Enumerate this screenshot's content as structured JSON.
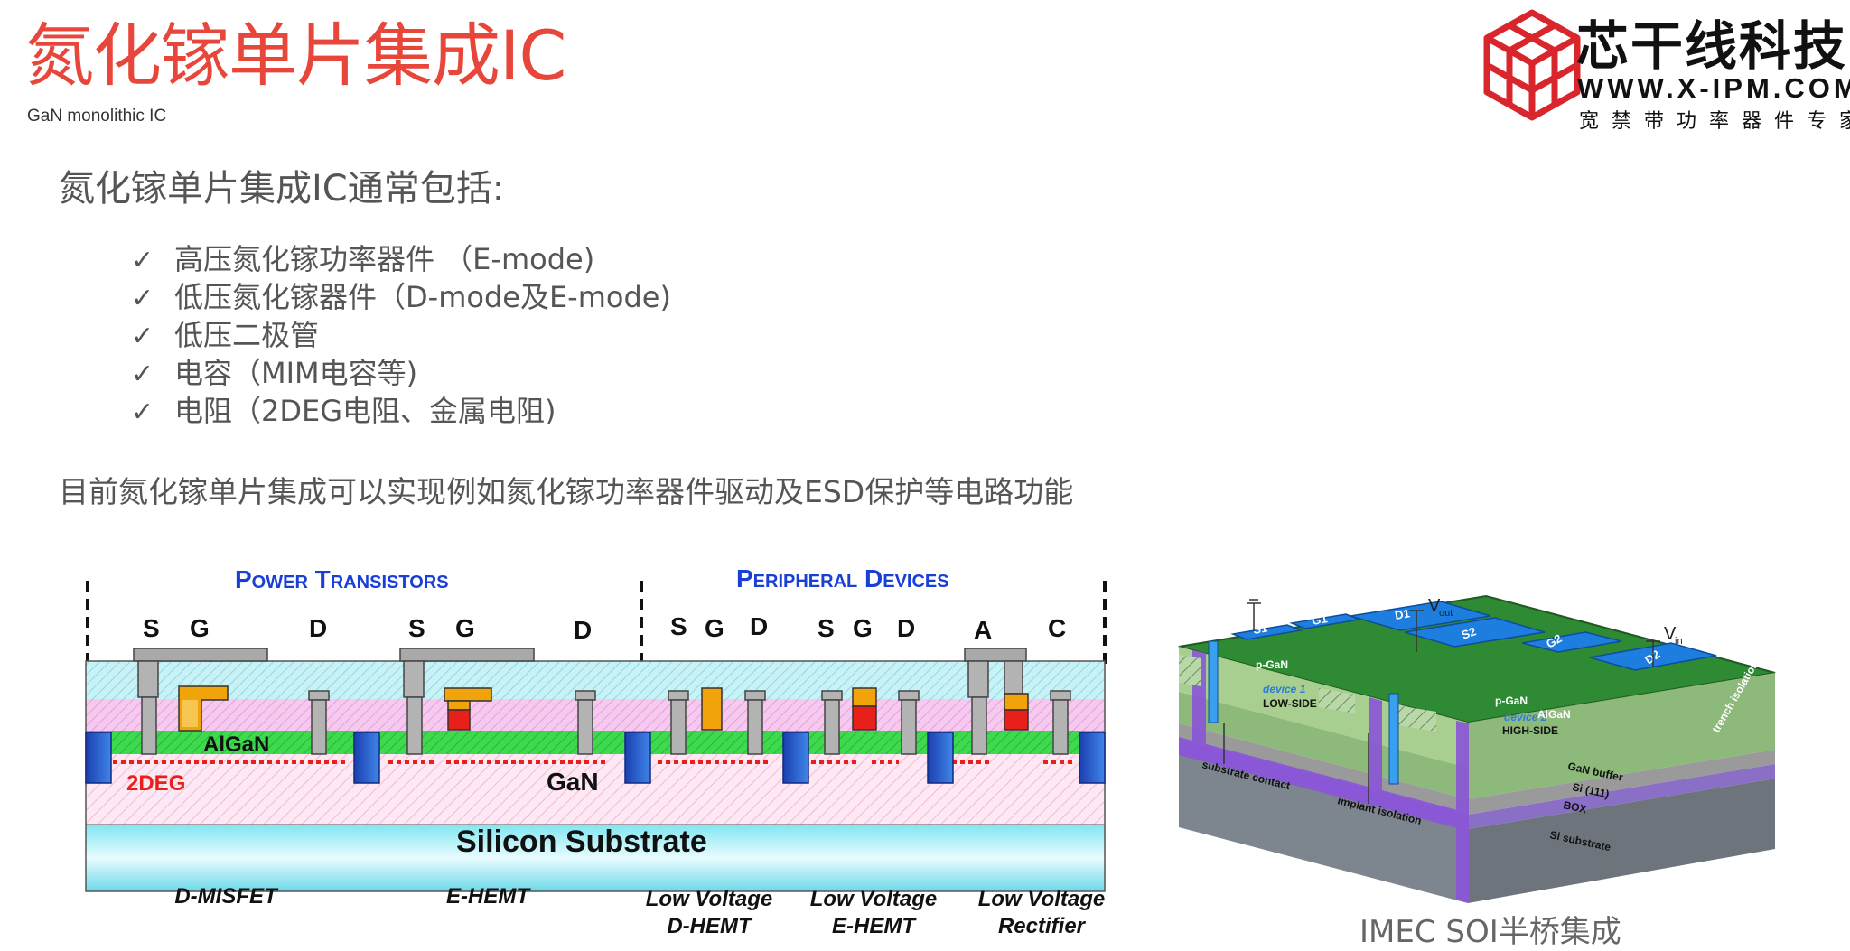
{
  "header": {
    "title": "氮化镓单片集成IC",
    "subtitle": "GaN monolithic IC"
  },
  "logo": {
    "name": "芯干线科技",
    "url": "WWW.X-IPM.COM",
    "tagline": "宽禁带功率器件专家",
    "color": "#d9262d"
  },
  "content": {
    "lead": "氮化镓单片集成IC通常包括:",
    "bullets": [
      "高压氮化镓功率器件 （E-mode)",
      "低压氮化镓器件（D-mode及E-mode)",
      "低压二极管",
      "电容（MIM电容等)",
      "电阻（2DEG电阻、金属电阻)"
    ],
    "check_glyph": "✓",
    "statement": "目前氮化镓单片集成可以实现例如氮化镓功率器件驱动及ESD保护等电路功能"
  },
  "cross_section": {
    "sections": [
      "Power Transistors",
      "Peripheral Devices"
    ],
    "terminals": [
      "S",
      "G",
      "D",
      "S",
      "G",
      "D",
      "S",
      "G",
      "D",
      "S",
      "G",
      "D",
      "A",
      "C"
    ],
    "layers": {
      "algan": "AlGaN",
      "twodeg": "2DEG",
      "gan": "GaN",
      "substrate": "Silicon Substrate"
    },
    "devices": [
      "D-MISFET",
      "E-HEMT",
      "Low Voltage\nD-HEMT",
      "Low Voltage\nE-HEMT",
      "Low Voltage\nRectifier"
    ],
    "colors": {
      "title": "#1a3fd6",
      "twodeg": "#e8201a",
      "gate_p": "#f0a30a",
      "gate_red": "#e8201a"
    }
  },
  "imec_figure": {
    "caption": "IMEC SOI半桥集成",
    "labels": {
      "s1": "S1",
      "g1": "G1",
      "d1": "D1",
      "s2": "S2",
      "g2": "G2",
      "d2": "D2",
      "pgan": "p-GaN",
      "device1": "device 1",
      "lowside": "LOW-SIDE",
      "device2": "device 2",
      "highside": "HIGH-SIDE",
      "algan": "AlGaN",
      "ganbuffer": "GaN buffer",
      "si111": "Si (111)",
      "box": "BOX",
      "sisub": "Si substrate",
      "subcontact": "substrate contact",
      "implant": "implant isolation",
      "trench": "trench isolation",
      "vout": "V",
      "vout_sub": "out",
      "vin": "V",
      "vin_sub": "in"
    }
  }
}
